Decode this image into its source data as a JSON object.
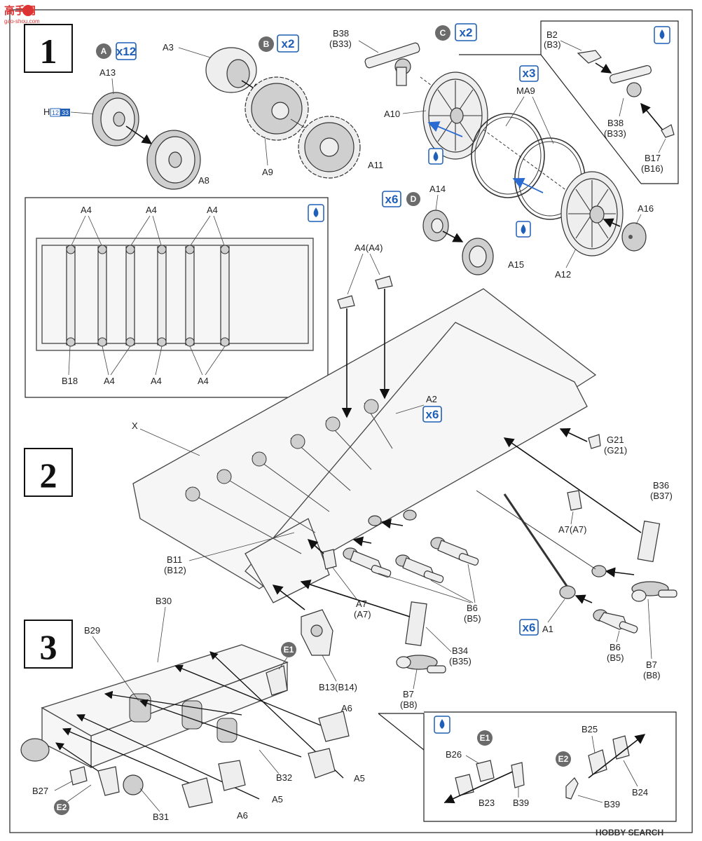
{
  "watermark": {
    "logo_text": "高手网",
    "logo_sub": "gao-shou.com",
    "footer": "HOBBY SEARCH"
  },
  "steps": [
    {
      "id": "step-1",
      "number": "1"
    },
    {
      "id": "step-2",
      "number": "2"
    },
    {
      "id": "step-3",
      "number": "3"
    }
  ],
  "sprue_badges": [
    "A",
    "B",
    "C",
    "D",
    "E1",
    "E2"
  ],
  "quantities": {
    "a": "x12",
    "b": "x2",
    "c": "x2",
    "ma9": "x3",
    "d": "x6",
    "a2": "x6",
    "a1": "x6"
  },
  "paint_ref": {
    "prefix": "H",
    "a": "12",
    "b": "33"
  },
  "labels": {
    "A3": "A3",
    "A13": "A13",
    "A8": "A8",
    "A9": "A9",
    "A11": "A11",
    "B38_top": "B38",
    "B33_top": "(B33)",
    "A10": "A10",
    "MA9": "MA9",
    "A14": "A14",
    "A15": "A15",
    "A16": "A16",
    "A12": "A12",
    "B2": "B2",
    "B3": "(B3)",
    "B38_d": "B38",
    "B33_d": "(B33)",
    "B17": "B17",
    "B16": "(B16)",
    "A4": "A4",
    "B18": "B18",
    "A4A4": "A4(A4)",
    "A2": "A2",
    "X": "X",
    "G21": "G21",
    "G21p": "(G21)",
    "B36": "B36",
    "B37": "(B37)",
    "A7A7": "A7(A7)",
    "B11": "B11",
    "B12": "(B12)",
    "A7": "A7",
    "A7p": "(A7)",
    "B6": "B6",
    "B5": "(B5)",
    "A1": "A1",
    "B34": "B34",
    "B35": "(B35)",
    "B13B14": "B13(B14)",
    "B7B8": "B7(B8)",
    "B7": "B7",
    "B8": "(B8)",
    "B30": "B30",
    "B29": "B29",
    "B27": "B27",
    "B31": "B31",
    "B32": "B32",
    "A5": "A5",
    "A6": "A6",
    "B26": "B26",
    "B23": "B23",
    "B39": "B39",
    "B25": "B25",
    "B24": "B24"
  },
  "colors": {
    "accent_blue": "#1f5fb8",
    "badge_gray": "#6b6b6b",
    "line": "#222222"
  }
}
